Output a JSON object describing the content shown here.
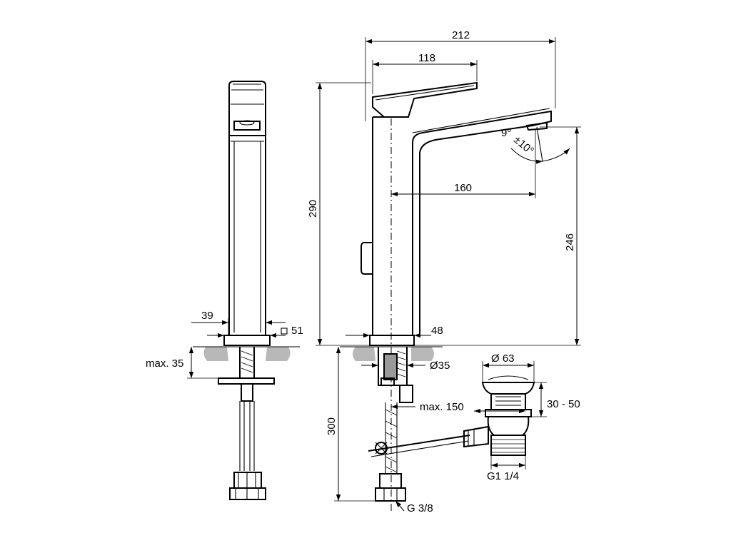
{
  "drawing": {
    "dims": {
      "d212": "212",
      "d118": "118",
      "d290": "290",
      "d246": "246",
      "d160": "160",
      "d39": "39",
      "d51": "51",
      "d48": "48",
      "dmax35": "max. 35",
      "d35": "Ø35",
      "d300": "300",
      "dmax150": "max. 150",
      "d63": "Ø 63",
      "d3050": "30 - 50",
      "dG114": "G1 1/4",
      "dG38": "G 3/8",
      "angle9": "9°",
      "angle10": "±10°"
    },
    "symbols": {
      "square": "square-symbol"
    }
  }
}
